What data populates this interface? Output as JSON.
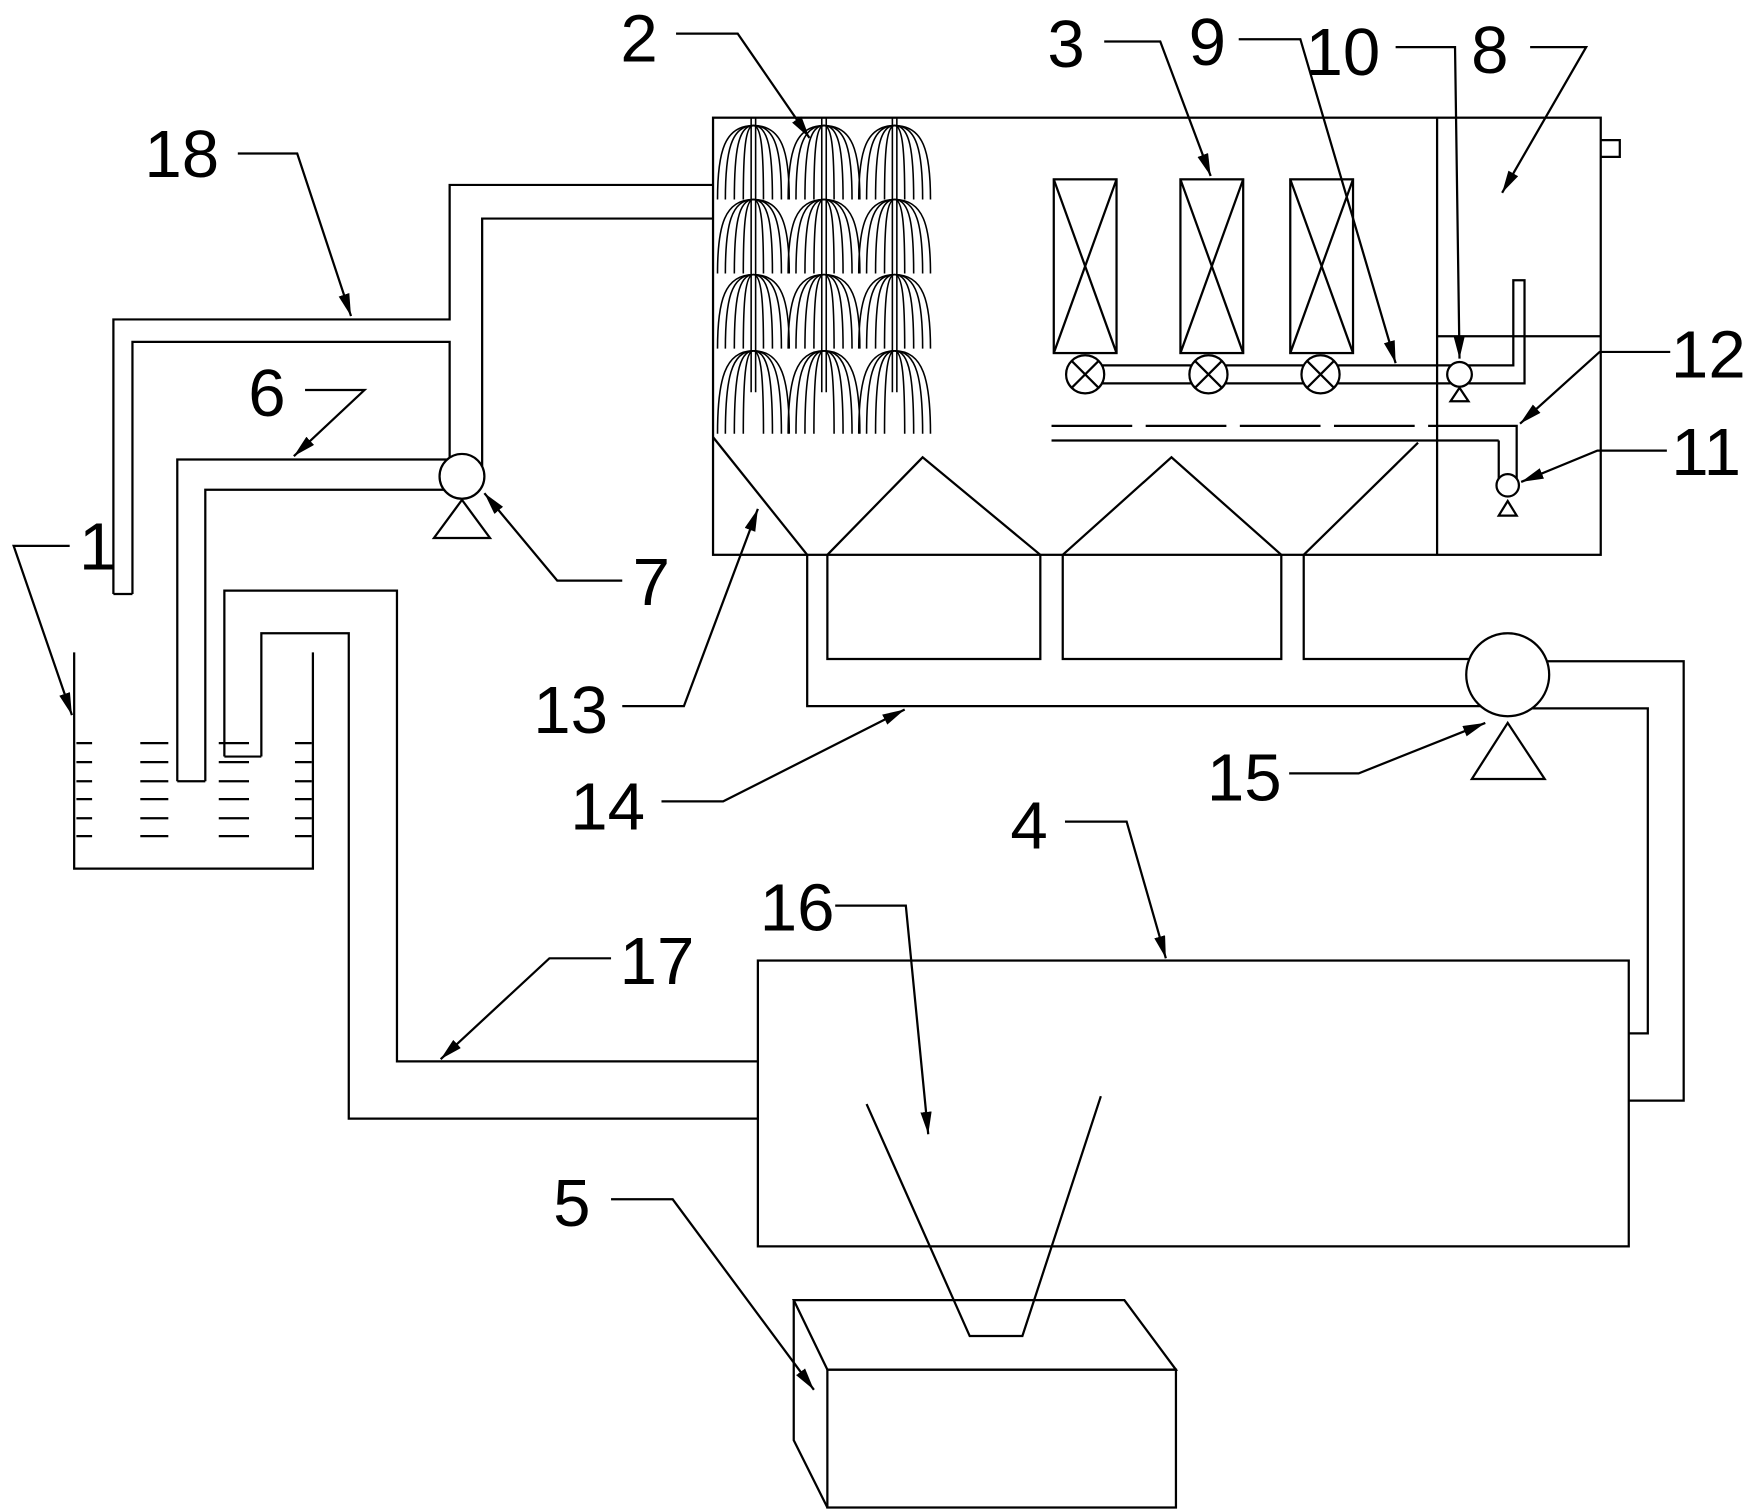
{
  "colors": {
    "line": "#000000",
    "background": "#ffffff"
  },
  "callouts": {
    "n1": "1",
    "n2": "2",
    "n3": "3",
    "n4": "4",
    "n5": "5",
    "n6": "6",
    "n7": "7",
    "n8": "8",
    "n9": "9",
    "n10": "10",
    "n11": "11",
    "n12": "12",
    "n13": "13",
    "n14": "14",
    "n15": "15",
    "n16": "16",
    "n17": "17",
    "n18": "18"
  }
}
